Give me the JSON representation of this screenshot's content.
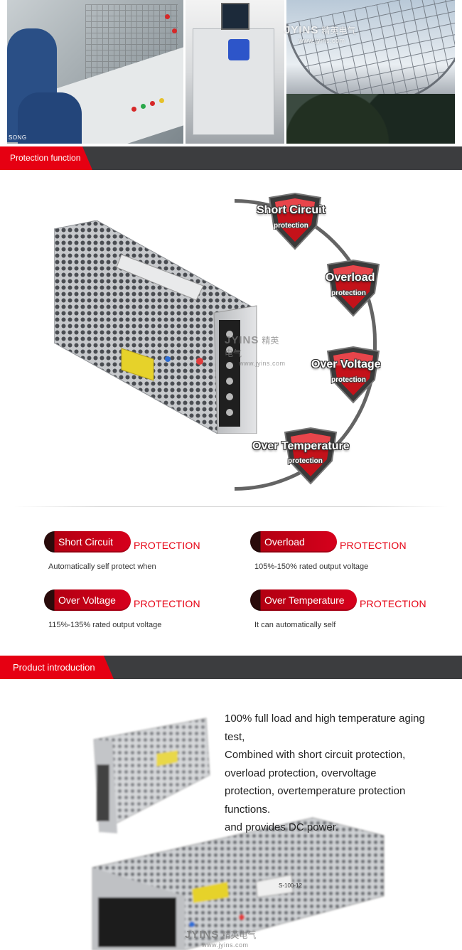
{
  "brand": {
    "name": "JYINS",
    "name_cn": "精英电气",
    "url": "www.jyins.com",
    "photo_caption": "SONG"
  },
  "sections": {
    "protection": {
      "label": "Protection function"
    },
    "introduction": {
      "label": "Product introduction"
    }
  },
  "diagram": {
    "badges": [
      {
        "title": "Short Circuit",
        "sub": "protection"
      },
      {
        "title": "Overload",
        "sub": "protection"
      },
      {
        "title": "Over Voltage",
        "sub": "protection"
      },
      {
        "title": "Over Temperature",
        "sub": "protection"
      }
    ]
  },
  "features": [
    {
      "name": "Short Circuit",
      "suffix": "PROTECTION",
      "description": "Automatically self protect when"
    },
    {
      "name": "Overload",
      "suffix": "PROTECTION",
      "description": "105%-150% rated output voltage"
    },
    {
      "name": "Over Voltage",
      "suffix": "PROTECTION",
      "description": "115%-135% rated output voltage"
    },
    {
      "name": "Over Temperature",
      "suffix": "PROTECTION",
      "description": "It can automatically self"
    }
  ],
  "introduction": {
    "lines": [
      "100% full load and high temperature aging",
      "test,",
      "Combined with short circuit protection,",
      "overload protection, overvoltage",
      "protection, overtemperature protection",
      "functions.",
      "and provides DC power."
    ],
    "model_label": "S-100-12"
  },
  "colors": {
    "accent": "#e60012",
    "bar": "#3c3d3f",
    "pill_dark": "#2a0b0b"
  }
}
